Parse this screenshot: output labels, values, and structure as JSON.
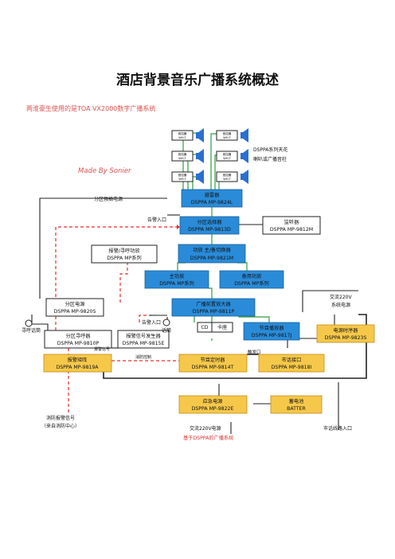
{
  "title": "酒店背景音乐广播系统概述",
  "subtitle": "两淮豪生使用的是TOA VX2000数字广播系统",
  "made_by": "Made By Sonier",
  "speaker_note_line1": "DSPPA系列天花",
  "speaker_note_line2": "喇叭或广播音柱",
  "vol_label_top": "音控器",
  "vol_label_bottom": "WH-T",
  "blocks": {
    "zone_power_source": "分区强插电源",
    "emergency_input": "告警入口",
    "alarm_input_top": "告警入口",
    "mp9824l_a": "避雷器",
    "mp9824l_b": "DSPPA MP-9824L",
    "mp9813d_a": "分区选择器",
    "mp9813d_b": "DSPPA MP-9813D",
    "mp9812m_a": "监听器",
    "mp9812m_b": "DSPPA MP-9812M",
    "alarm_amp_a": "报警/寻呼功放",
    "alarm_amp_b": "DSPPA MP系列",
    "mp9821m_a": "功放 主/备切换器",
    "mp9821m_b": "DSPPA MP-9821M",
    "main_amp_a": "主功放",
    "main_amp_b": "DSPPA MP系列",
    "backup_amp_a": "备用功放",
    "backup_amp_b": "DSPPA MP系列",
    "mp9820s_a": "分区电源",
    "mp9820s_b": "DSPPA MP-9820S",
    "mp9811p_a": "广播前置放大器",
    "mp9811p_b": "DSPPA MP-9811P",
    "ac_label_a": "交流220V",
    "ac_label_b": "系统电源",
    "paging_mic": "寻呼话筒",
    "mp9810p_a": "分区寻呼器",
    "mp9810p_b": "DSPPA MP-9810P",
    "alarm_in2": "告警入口",
    "mp9815e_a": "报警信号发生器",
    "mp9815e_b": "DSPPA MP-9815E",
    "mic": "话筒",
    "cd": "CD",
    "tape": "卡座",
    "mp9817j_a": "节目播放器",
    "mp9817j_b": "DSPPA MP-9817J",
    "mp9823s_a": "电源时序器",
    "mp9823s_b": "DSPPA MP-9823S",
    "alarm_signal": "报警信号",
    "fire_ctrl": "消防控制",
    "trigger_port": "触发口",
    "mp9819a_a": "报警矩阵",
    "mp9819a_b": "DSPPA MP-9819A",
    "mp9814t_a": "节目定时器",
    "mp9814t_b": "DSPPA MP-9814T",
    "mp9818i_a": "市话接口",
    "mp9818i_b": "DSPPA MP-9818I",
    "mp9822e_a": "应急电源",
    "mp9822e_b": "DSPPA MP-9822E",
    "battery_a": "蓄电池",
    "battery_b": "BATTER",
    "fire_signal_a": "消防报警信号",
    "fire_signal_b": "（来自消防中心）",
    "ac220": "交流220V电源",
    "phone_line": "市话线路入口",
    "caption": "基于DSPPA的广播系统"
  },
  "colors": {
    "blue": "#2a8bd8",
    "orange": "#f6c84a",
    "green_line": "#2e9e3f",
    "red_dash": "#e03030",
    "title_red": "#d9534f"
  }
}
